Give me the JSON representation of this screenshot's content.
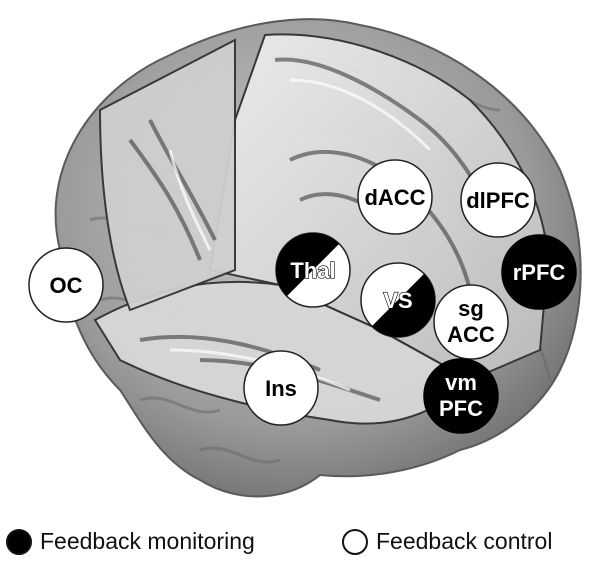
{
  "regions": [
    {
      "id": "OC",
      "lines": [
        "OC"
      ],
      "type": "control"
    },
    {
      "id": "dACC",
      "lines": [
        "dACC"
      ],
      "type": "control"
    },
    {
      "id": "dlPFC",
      "lines": [
        "dlPFC"
      ],
      "type": "control"
    },
    {
      "id": "rPFC",
      "lines": [
        "rPFC"
      ],
      "type": "monitoring"
    },
    {
      "id": "Thal",
      "lines": [
        "Thal"
      ],
      "type": "both"
    },
    {
      "id": "VS",
      "lines": [
        "VS"
      ],
      "type": "both"
    },
    {
      "id": "sgACC",
      "lines": [
        "sg",
        "ACC"
      ],
      "type": "control"
    },
    {
      "id": "Ins",
      "lines": [
        "Ins"
      ],
      "type": "control"
    },
    {
      "id": "vmPFC",
      "lines": [
        "vm",
        "PFC"
      ],
      "type": "monitoring"
    }
  ],
  "legend": {
    "monitoring": {
      "label": "Feedback monitoring",
      "color": "#000000"
    },
    "control": {
      "label": "Feedback control",
      "color": "#ffffff"
    }
  }
}
